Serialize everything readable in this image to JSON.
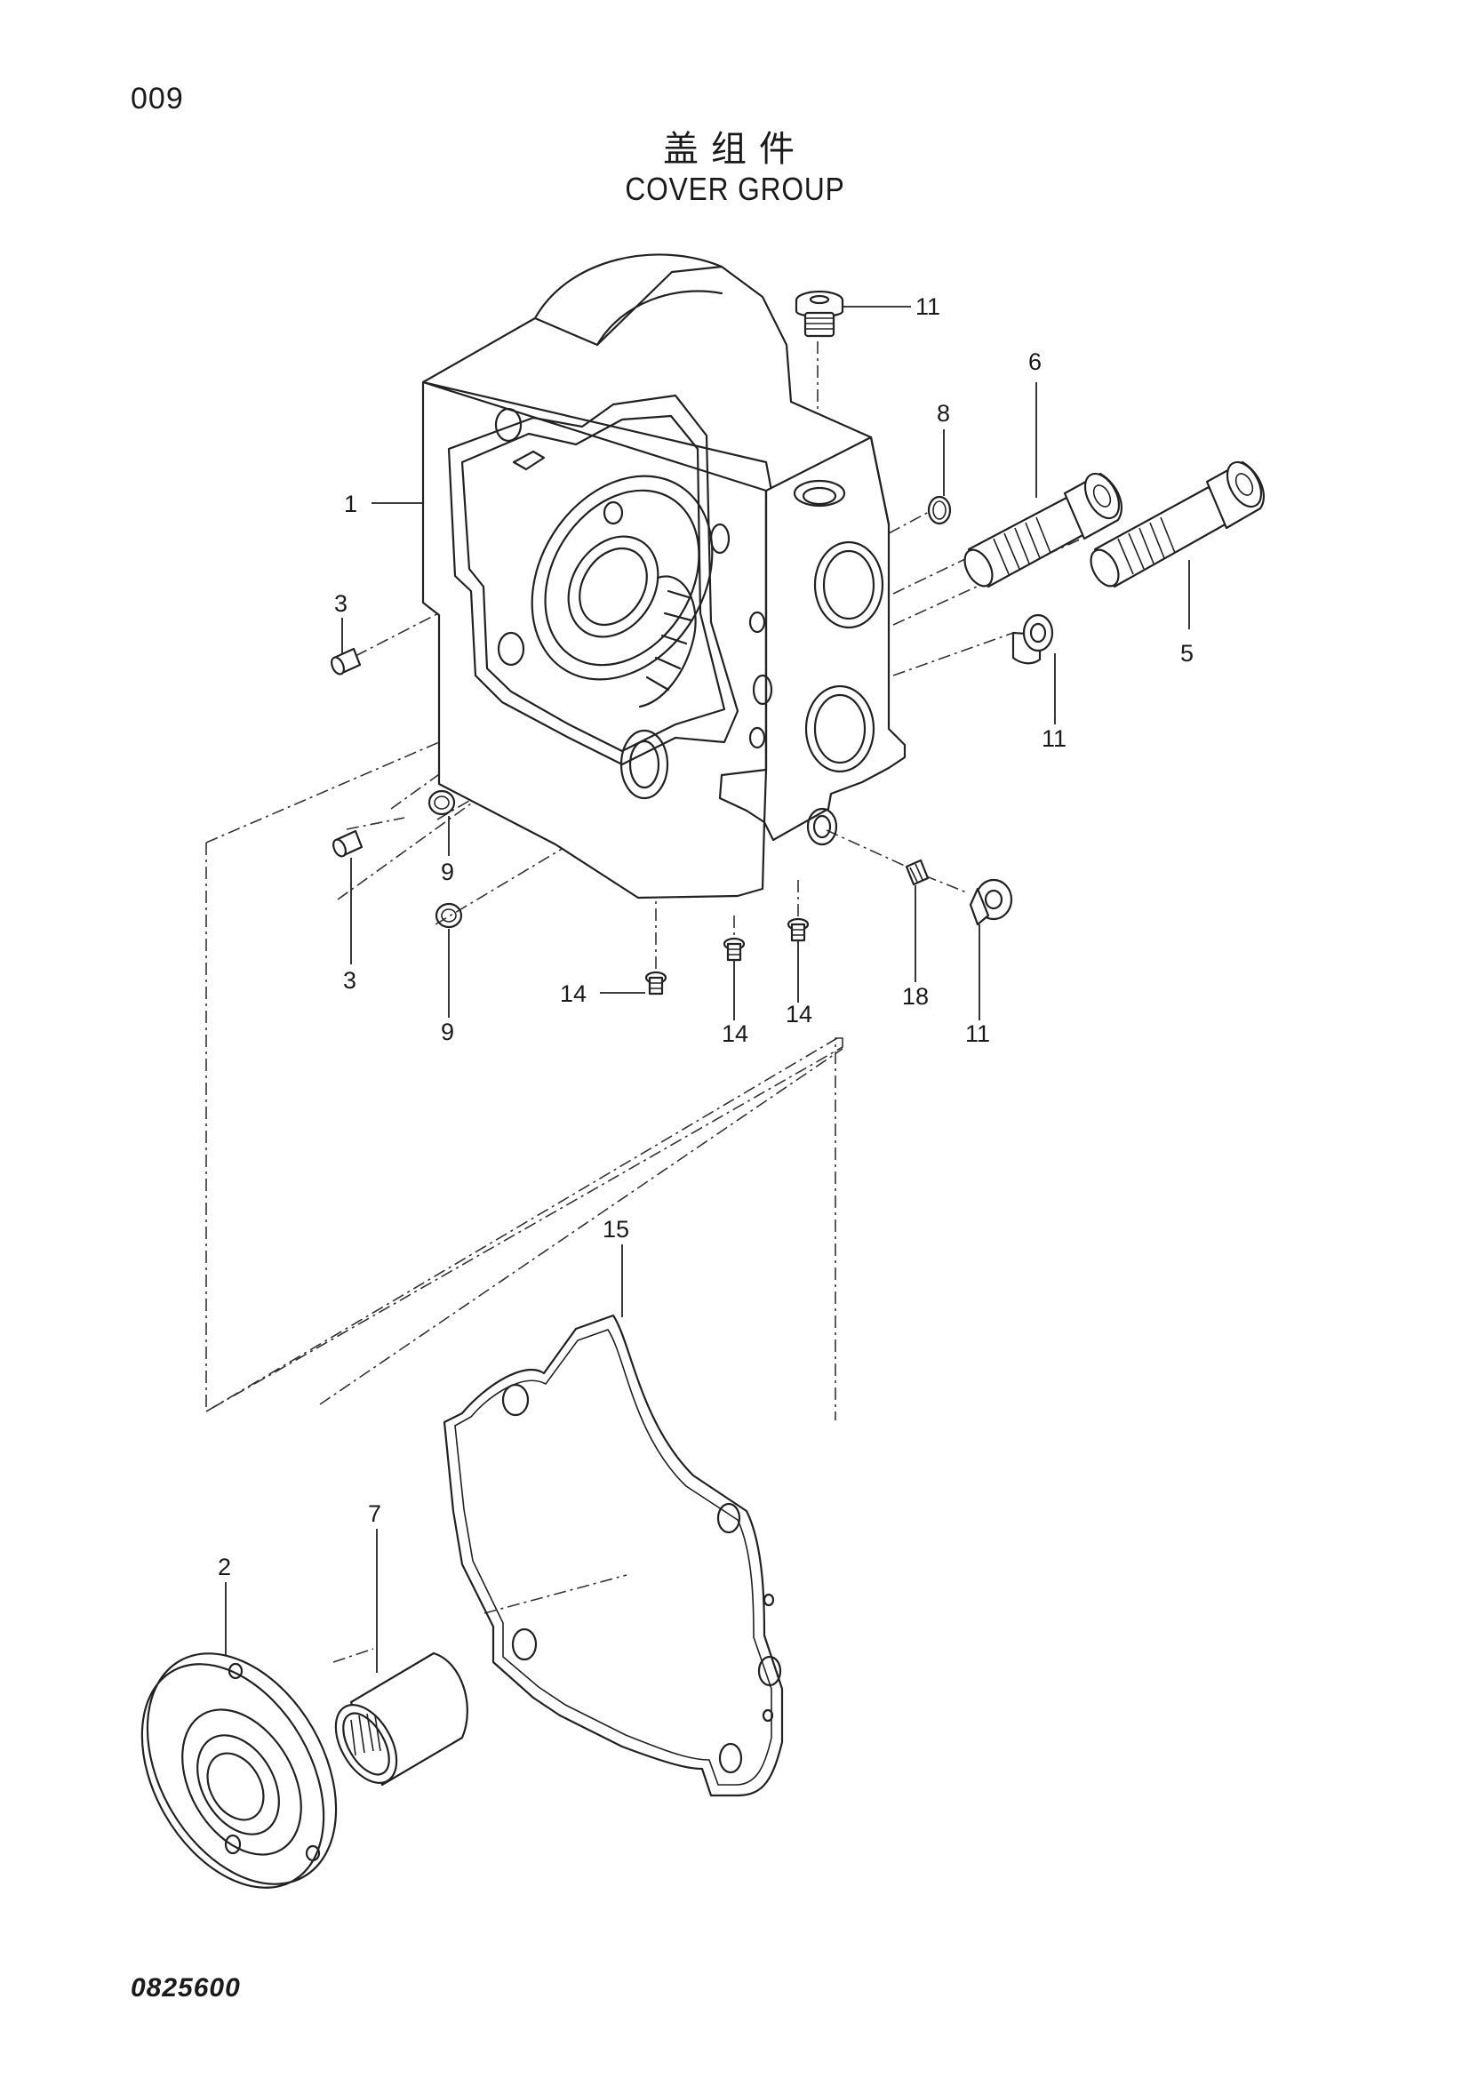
{
  "header": {
    "page_number": "009",
    "title_cn": "盖组件",
    "title_en": "COVER GROUP"
  },
  "footer": {
    "doc_number": "0825600"
  },
  "callouts": {
    "c11_top": "11",
    "c6": "6",
    "c8": "8",
    "c1": "1",
    "c3_upper": "3",
    "c5": "5",
    "c11_mid": "11",
    "c9_upper": "9",
    "c3_lower": "3",
    "c9_lower": "9",
    "c14_a": "14",
    "c14_b": "14",
    "c14_c": "14",
    "c18": "18",
    "c11_low": "11",
    "c15": "15",
    "c7": "7",
    "c2": "2"
  }
}
